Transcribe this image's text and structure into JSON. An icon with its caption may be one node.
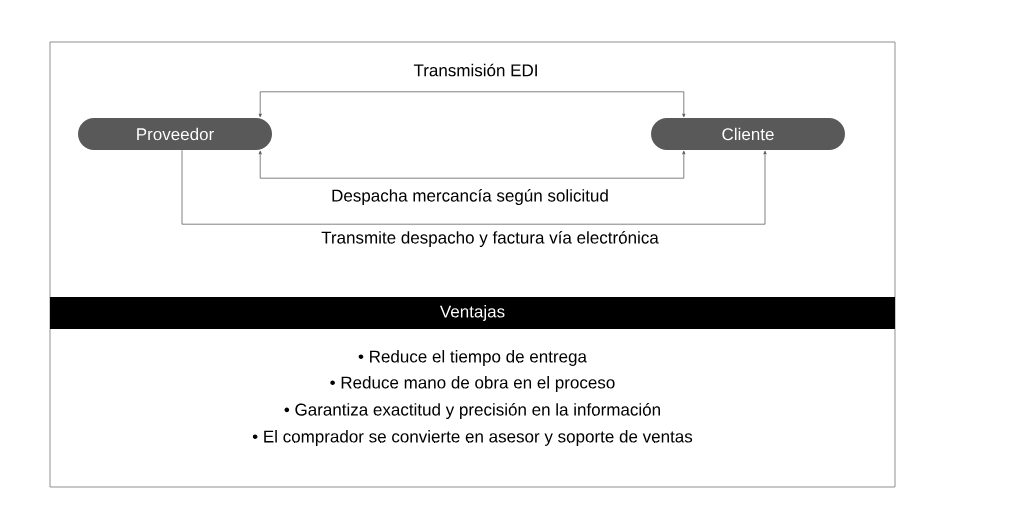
{
  "diagram": {
    "nodes": [
      {
        "text": [
          "Proveedor"
        ]
      },
      {
        "text": [
          "Cliente"
        ]
      },
      {
        "text": [
          "Ventajas"
        ]
      }
    ],
    "edges": [
      {
        "from": 0,
        "to": 1,
        "arrow": "both",
        "label": "Transmisión EDI"
      },
      {
        "from": 0,
        "to": 1,
        "arrow": "both",
        "label": "Despacha mercancía según solicitud"
      },
      {
        "from": 0,
        "to": 1,
        "arrow": "to",
        "label": "Transmite despacho y factura vía electrónica"
      }
    ],
    "labels": [
      "• Reduce el tiempo de entrega",
      "• Reduce mano de obra en el proceso",
      "• Garantiza exactitud y precisión en la información",
      "• El comprador se convierte en asesor y soporte de ventas"
    ]
  }
}
